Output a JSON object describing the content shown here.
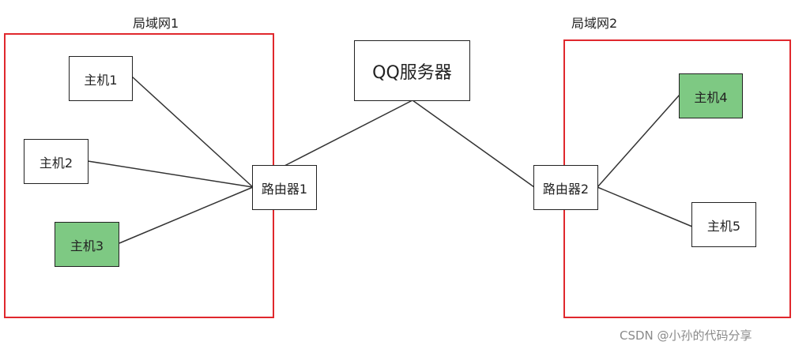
{
  "lans": [
    {
      "label": "局域网1"
    },
    {
      "label": "局域网2"
    }
  ],
  "server": {
    "label": "QQ服务器"
  },
  "routers": [
    {
      "label": "路由器1"
    },
    {
      "label": "路由器2"
    }
  ],
  "hosts": [
    {
      "label": "主机1"
    },
    {
      "label": "主机2"
    },
    {
      "label": "主机3"
    },
    {
      "label": "主机4"
    },
    {
      "label": "主机5"
    }
  ],
  "colors": {
    "lan_border": "#e0282d",
    "highlight_host": "#7ec983"
  },
  "watermark": "CSDN @小孙的代码分享"
}
